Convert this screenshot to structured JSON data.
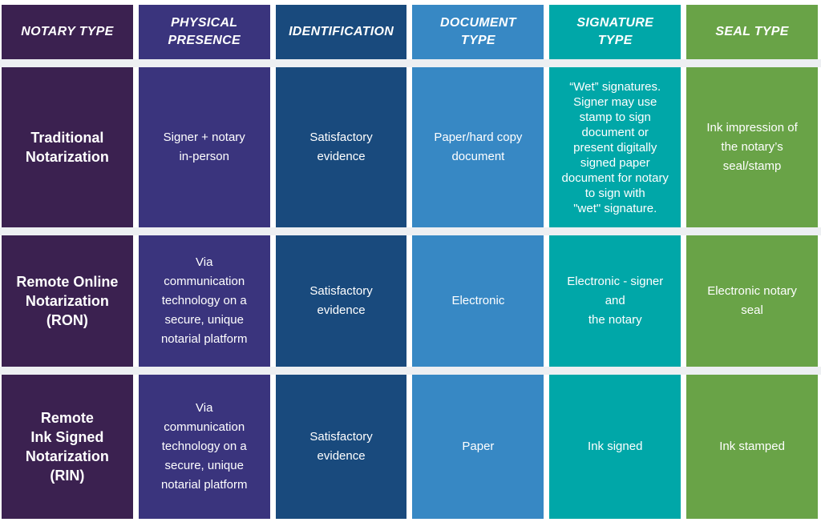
{
  "chart_data": {
    "type": "table",
    "title": "Notary type comparison table",
    "text_color": "#FFFFFF",
    "separator_color": "#EDEFF2",
    "background_color": "#FFFFFF",
    "columns": [
      {
        "label": "NOTARY TYPE",
        "color": "#3B2150"
      },
      {
        "label": "PHYSICAL\nPRESENCE",
        "color": "#3A347D"
      },
      {
        "label": "IDENTIFICATION",
        "color": "#194A7D"
      },
      {
        "label": "DOCUMENT\nTYPE",
        "color": "#3788C4"
      },
      {
        "label": "SIGNATURE\nTYPE",
        "color": "#00A7A8"
      },
      {
        "label": "SEAL TYPE",
        "color": "#69A347"
      }
    ],
    "rows": [
      {
        "cells": [
          "Traditional\nNotarization",
          "Signer + notary\nin-person",
          "Satisfactory\nevidence",
          "Paper/hard copy\ndocument",
          "“Wet” signatures.\nSigner may use\nstamp to sign\ndocument or\npresent  digitally\nsigned paper\ndocument for notary\nto sign with\n\"wet\" signature.",
          "Ink impression of\nthe notary’s\nseal/stamp"
        ]
      },
      {
        "cells": [
          "Remote Online\nNotarization\n(RON)",
          "Via\ncommunication\ntechnology on a\nsecure, unique\nnotarial platform",
          "Satisfactory\nevidence",
          "Electronic",
          "Electronic - signer\nand\nthe notary",
          "Electronic notary\nseal"
        ]
      },
      {
        "cells": [
          "Remote\nInk Signed\nNotarization\n(RIN)",
          "Via\ncommunication\ntechnology on a\nsecure, unique\nnotarial platform",
          "Satisfactory\nevidence",
          "Paper",
          "Ink signed",
          "Ink stamped"
        ]
      }
    ]
  }
}
